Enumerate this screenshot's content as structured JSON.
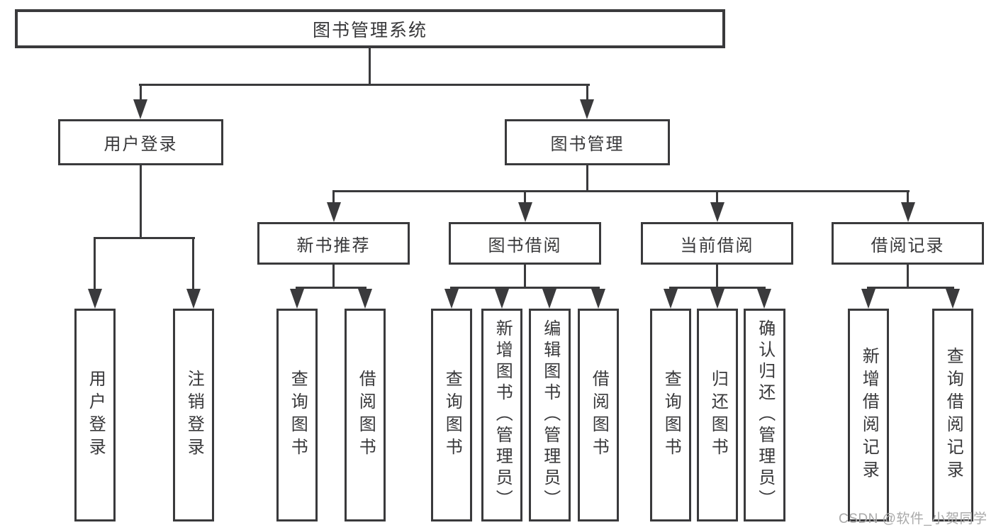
{
  "tree": {
    "label": "图书管理系统",
    "children": [
      {
        "label": "用户登录",
        "children": [
          {
            "label": "用户登录"
          },
          {
            "label": "注销登录"
          }
        ]
      },
      {
        "label": "图书管理",
        "children": [
          {
            "label": "新书推荐",
            "children": [
              {
                "label": "查询图书"
              },
              {
                "label": "借阅图书"
              }
            ]
          },
          {
            "label": "图书借阅",
            "children": [
              {
                "label": "查询图书"
              },
              {
                "label": "新增图书（管理员）"
              },
              {
                "label": "编辑图书（管理员）"
              },
              {
                "label": "借阅图书"
              }
            ]
          },
          {
            "label": "当前借阅",
            "children": [
              {
                "label": "查询图书"
              },
              {
                "label": "归还图书"
              },
              {
                "label": "确认归还（管理员）"
              }
            ]
          },
          {
            "label": "借阅记录",
            "children": [
              {
                "label": "新增借阅记录"
              },
              {
                "label": "查询借阅记录"
              }
            ]
          }
        ]
      }
    ]
  },
  "watermark": "CSDN @软件_小贺同学",
  "colors": {
    "line": "#3a3a3c",
    "text": "#38383a",
    "background": "#ffffff",
    "watermark": "#a9a9a9"
  },
  "diagram_type": "hierarchy-tree"
}
